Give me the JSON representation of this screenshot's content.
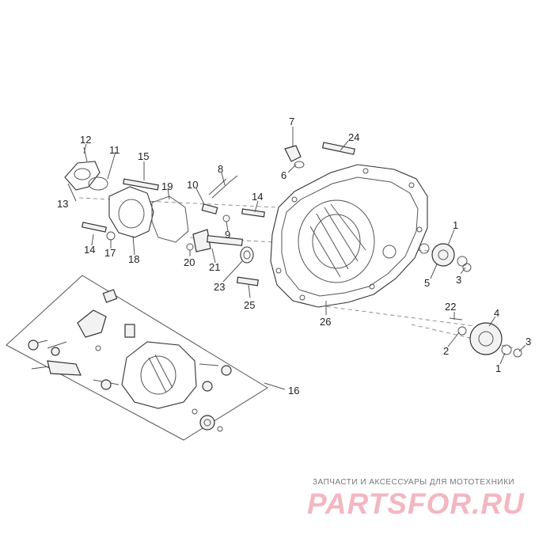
{
  "diagram": {
    "callouts": {
      "c1": "1",
      "c1b": "1",
      "c2": "2",
      "c3": "3",
      "c3b": "3",
      "c4": "4",
      "c5": "5",
      "c6": "6",
      "c7": "7",
      "c8": "8",
      "c9": "9",
      "c10": "10",
      "c11": "11",
      "c12": "12",
      "c13": "13",
      "c14": "14",
      "c14b": "14",
      "c15": "15",
      "c16": "16",
      "c17": "17",
      "c18": "18",
      "c19": "19",
      "c20": "20",
      "c21": "21",
      "c22": "22",
      "c23": "23",
      "c24": "24",
      "c25": "25",
      "c26": "26"
    }
  },
  "watermark": {
    "tagline": "ЗАПЧАСТИ И АКСЕССУАРЫ ДЛЯ МОТОТЕХНИКИ",
    "brand": "PARTSFOR.RU",
    "brand_color": "#f3b7c1"
  }
}
